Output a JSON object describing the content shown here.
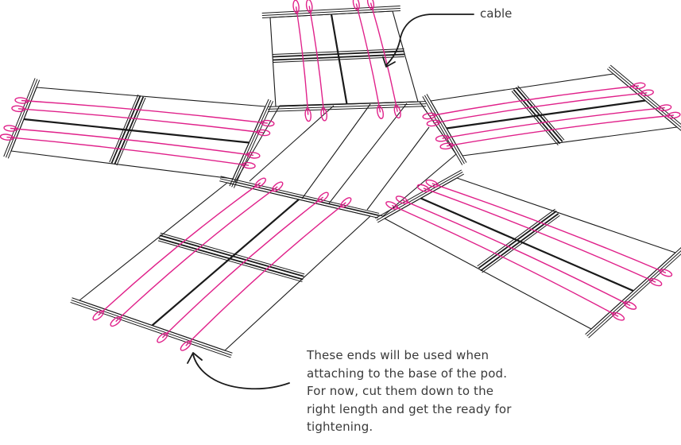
{
  "labels": {
    "cable": "cable",
    "note_lines": [
      "These ends will be used when",
      "attaching to the base of the pod.",
      "For now, cut them down to the",
      "right length and get the ready for",
      "tightening."
    ]
  },
  "colors": {
    "line": "#1a1a1a",
    "cable": "#e0218a",
    "text": "#3a3a3a"
  }
}
